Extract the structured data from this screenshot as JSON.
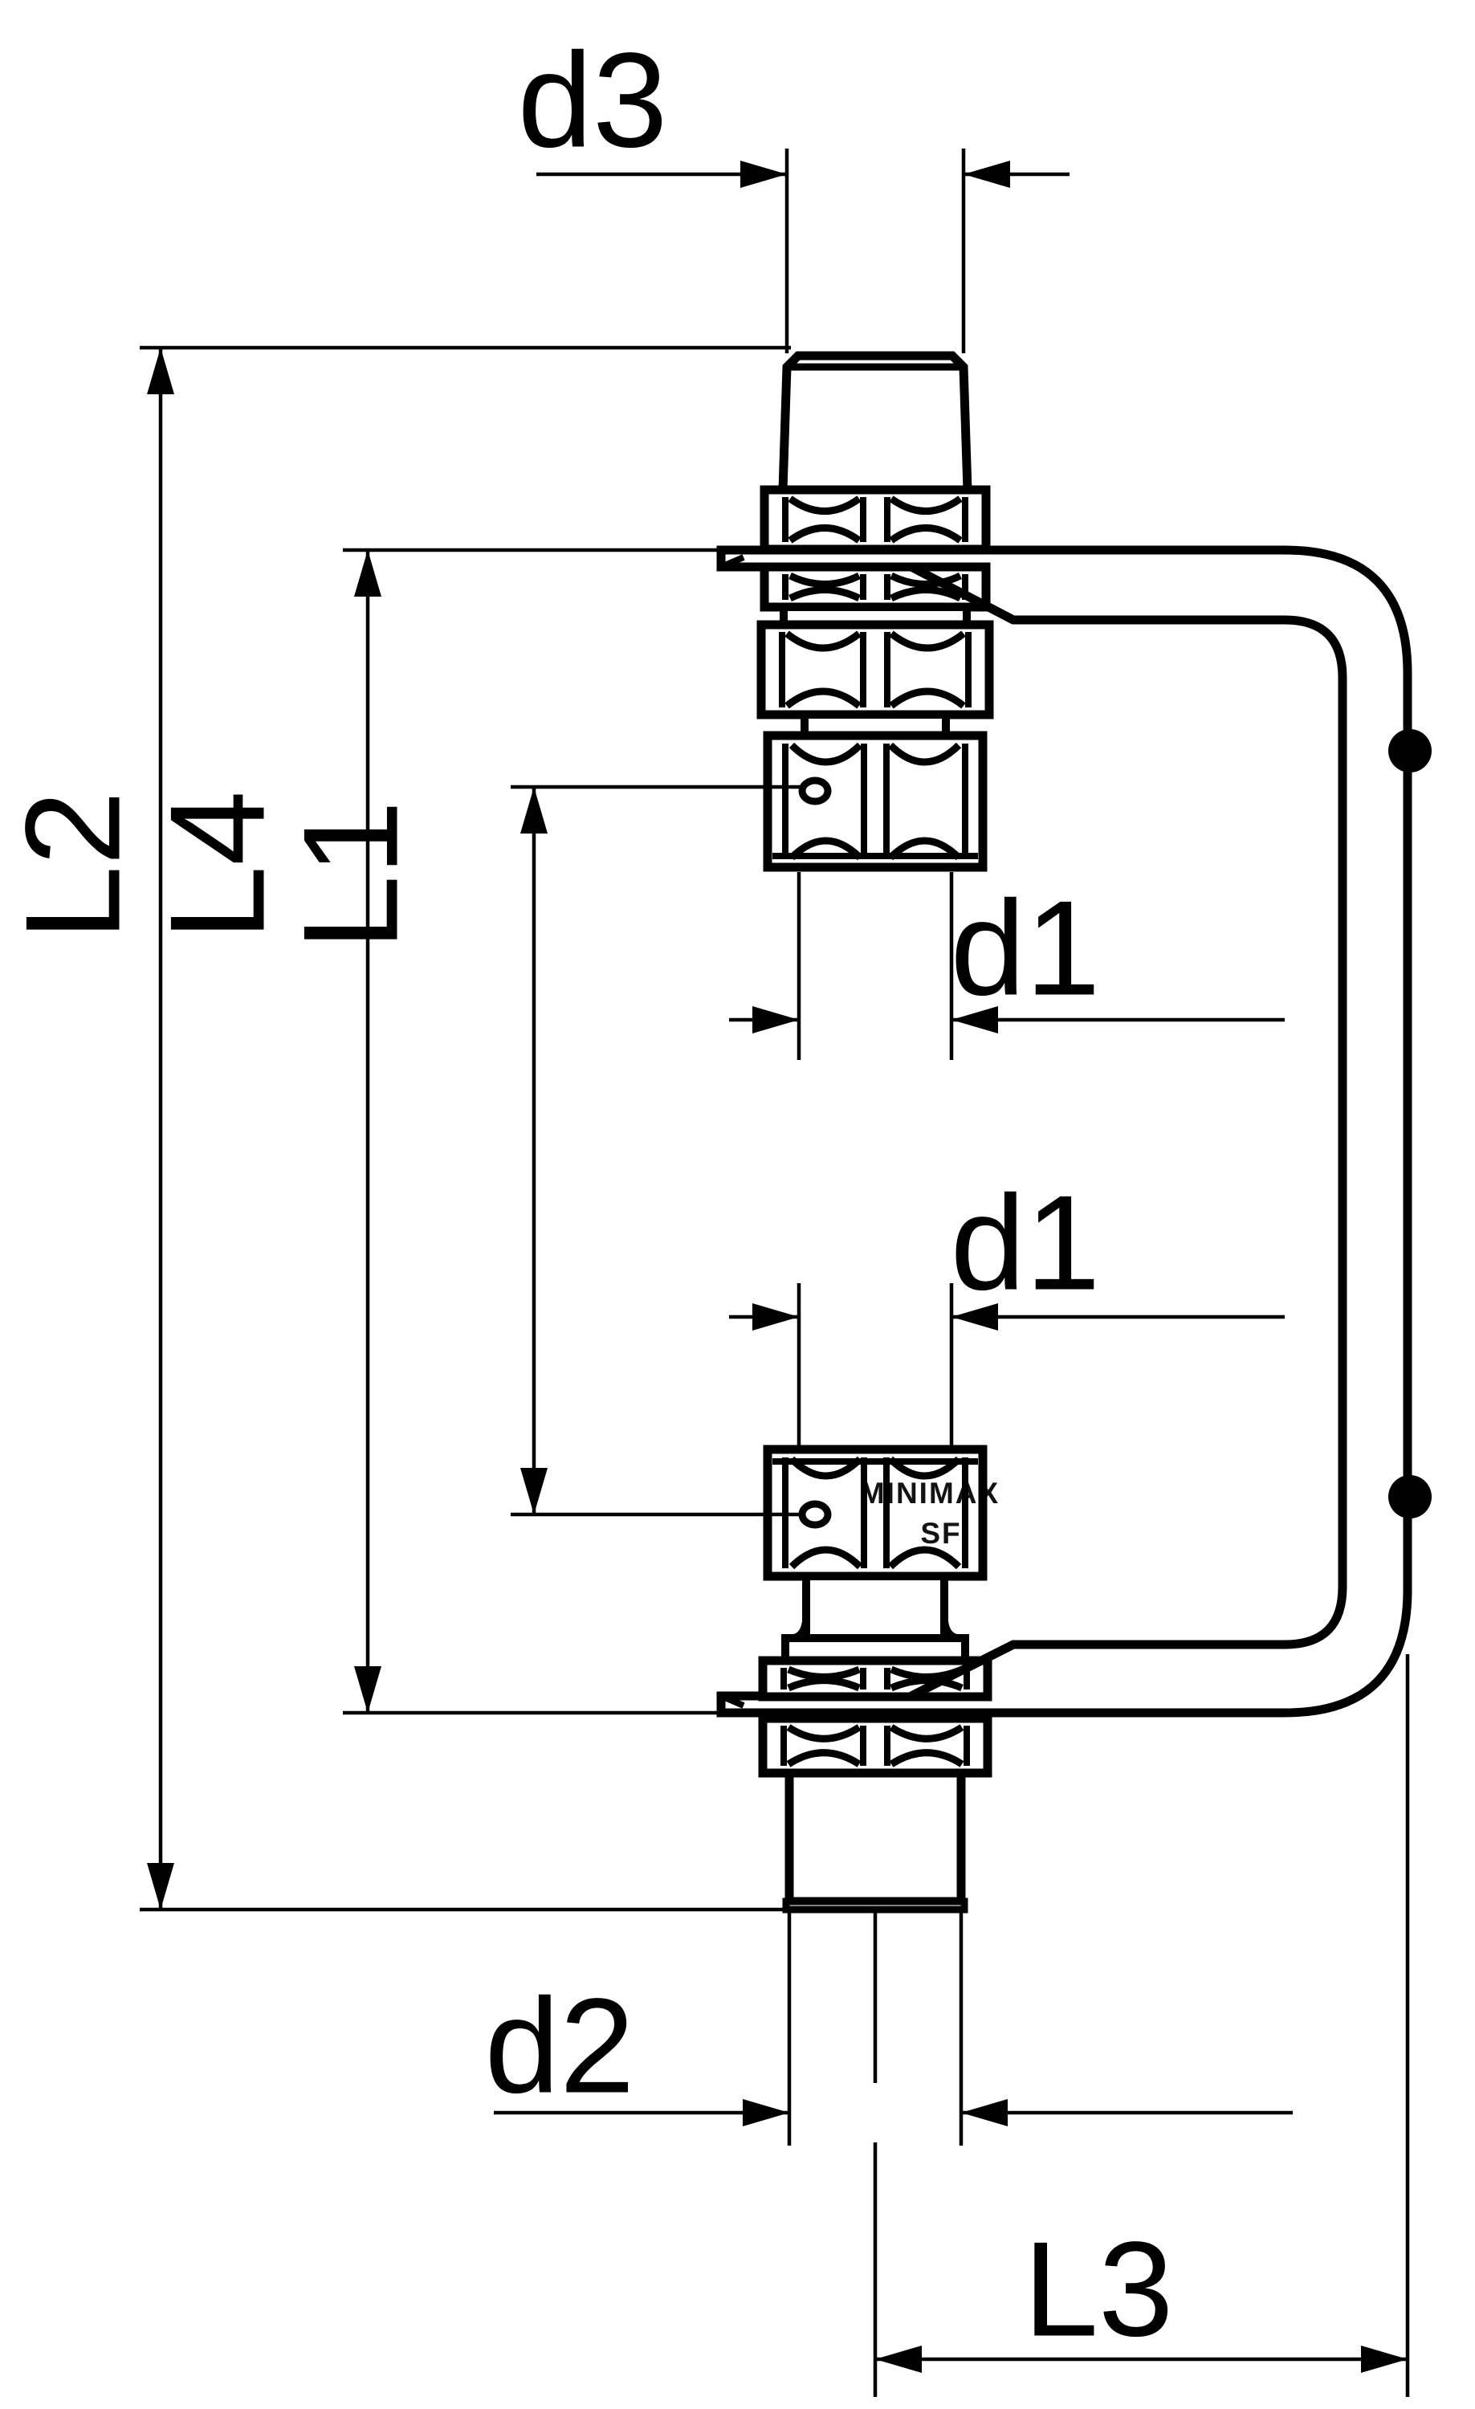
{
  "labels": {
    "d3": "d3",
    "L2": "L2",
    "L4": "L4",
    "L1": "L1",
    "d1_upper": "d1",
    "d1_lower": "d1",
    "d2": "d2",
    "L3": "L3"
  },
  "stamp": {
    "line1": "MINIMAX",
    "line2": "SF"
  },
  "colors": {
    "ink": "#000000",
    "paper": "#ffffff"
  }
}
